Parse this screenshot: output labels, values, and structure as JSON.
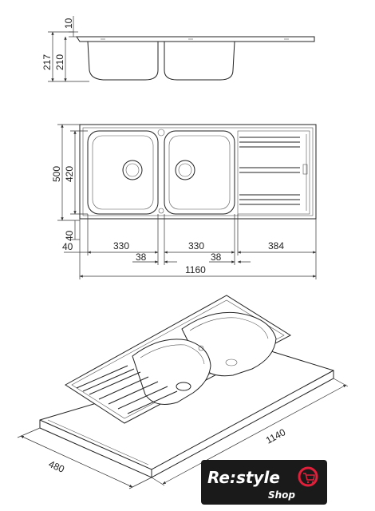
{
  "side_view": {
    "dims": {
      "rim": "10",
      "total": "217",
      "bowl": "210"
    }
  },
  "top_view": {
    "dims": {
      "depth_total": "500",
      "depth_inner": "420",
      "front": "40",
      "side": "40",
      "bowl_left": "330",
      "bowl_right": "330",
      "gap_left": "38",
      "gap_right": "38",
      "drainer": "384",
      "length_total": "1160"
    }
  },
  "iso_view": {
    "dims": {
      "length": "1140",
      "depth": "480"
    }
  },
  "logo": {
    "text": "Re:style",
    "sub": "Shop",
    "bg": "#1a1a1a",
    "accent": "#e0203a",
    "icon": "cart-icon"
  }
}
